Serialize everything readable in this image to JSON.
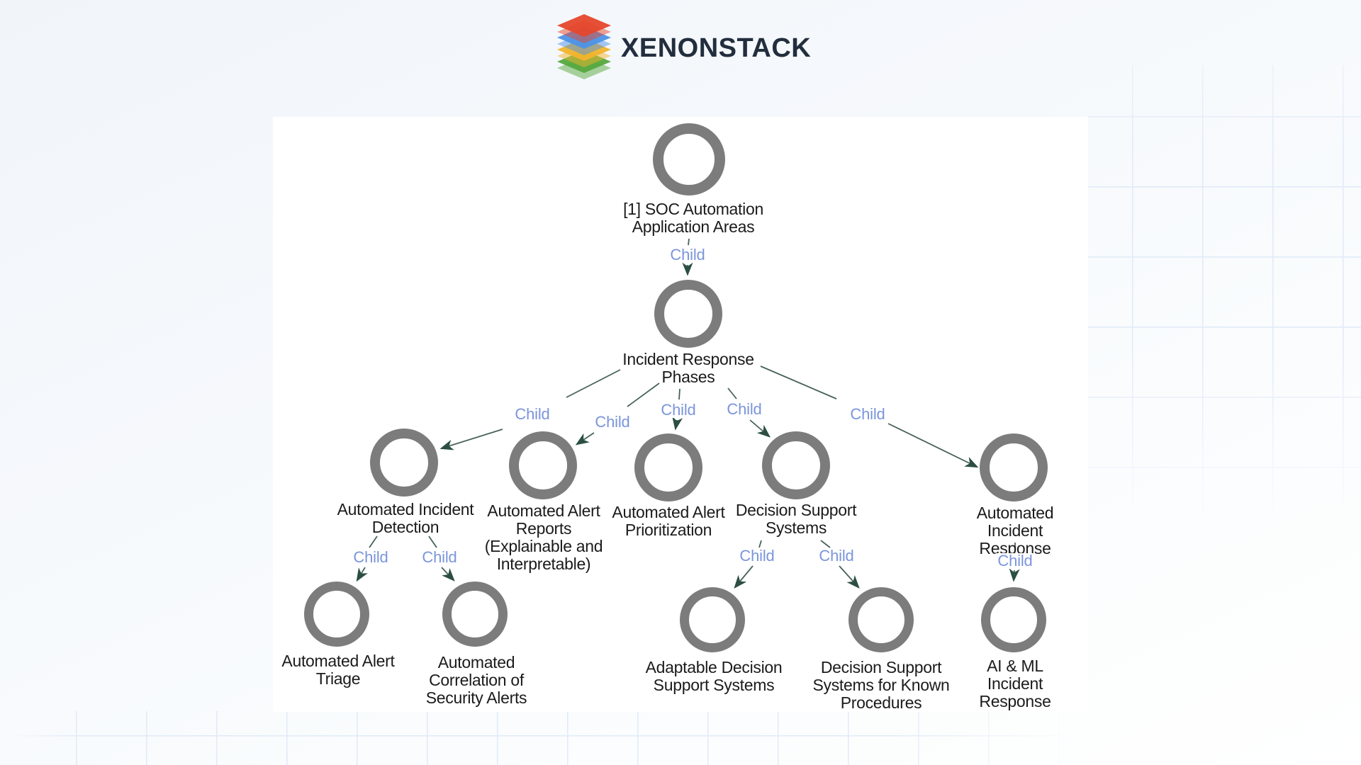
{
  "brand": {
    "name": "XENONSTACK",
    "icon": "layer-stack-logo-icon",
    "colors": {
      "red": "#E5472B",
      "blue": "#4D92E6",
      "yellow": "#F1B42C",
      "green": "#55A83E",
      "text": "#222E3E"
    }
  },
  "diagram": {
    "edge_label": "Child",
    "colors": {
      "node_ring": "#7C7C7C",
      "edge_line": "#47625A",
      "arrowhead": "#2B4F42",
      "edge_label_text": "#7B95DC",
      "node_label_text": "#1B1B1B",
      "panel_background": "#FFFFFF"
    },
    "nodes": [
      {
        "id": "soc-automation-application-areas",
        "label": "[1] SOC Automation\nApplication Areas"
      },
      {
        "id": "incident-response-phases",
        "label": "Incident Response\nPhases"
      },
      {
        "id": "automated-incident-detection",
        "label": "Automated Incident\nDetection"
      },
      {
        "id": "automated-alert-reports",
        "label": "Automated Alert\nReports\n(Explainable and\nInterpretable)"
      },
      {
        "id": "automated-alert-prioritization",
        "label": "Automated Alert\nPrioritization"
      },
      {
        "id": "decision-support-systems",
        "label": "Decision Support\nSystems"
      },
      {
        "id": "automated-incident-response",
        "label": "Automated Incident\nResponse"
      },
      {
        "id": "automated-alert-triage",
        "label": "Automated Alert\nTriage"
      },
      {
        "id": "automated-correlation-of-security-alerts",
        "label": "Automated\nCorrelation of\nSecurity Alerts"
      },
      {
        "id": "adaptable-decision-support-systems",
        "label": "Adaptable Decision\nSupport Systems"
      },
      {
        "id": "decision-support-systems-known-procedures",
        "label": "Decision Support\nSystems for Known\nProcedures"
      },
      {
        "id": "ai-ml-incident-response",
        "label": "AI & ML Incident\nResponse"
      }
    ]
  }
}
